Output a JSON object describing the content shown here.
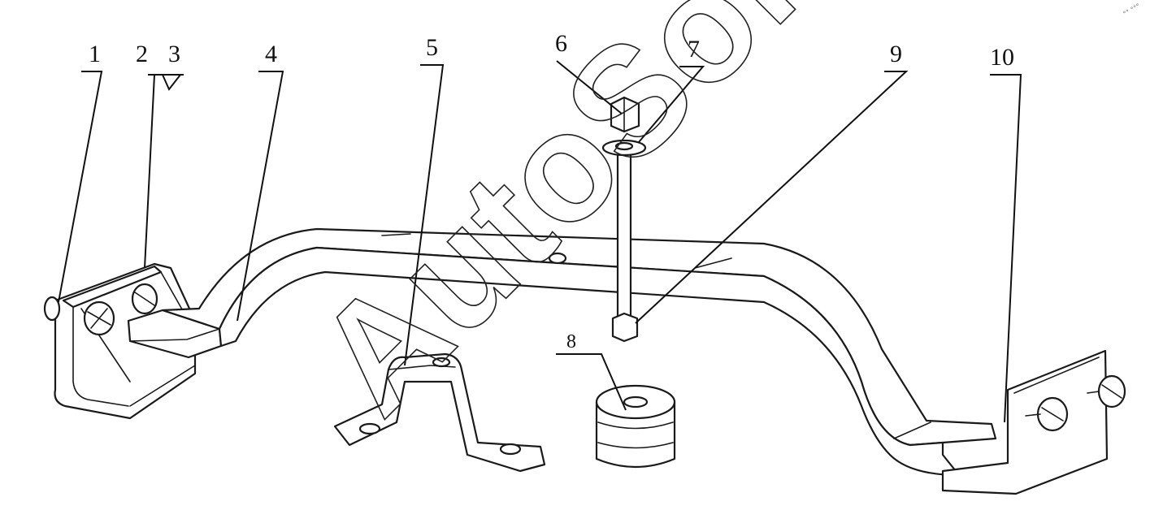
{
  "callouts": {
    "c1": "1",
    "c2": "2",
    "c3": "3",
    "c4": "4",
    "c5": "5",
    "c6": "6",
    "c7": "7",
    "c8": "8",
    "c9": "9",
    "c10": "10"
  },
  "watermark": "AutoSoft",
  "corner_mark": "°° °°°"
}
